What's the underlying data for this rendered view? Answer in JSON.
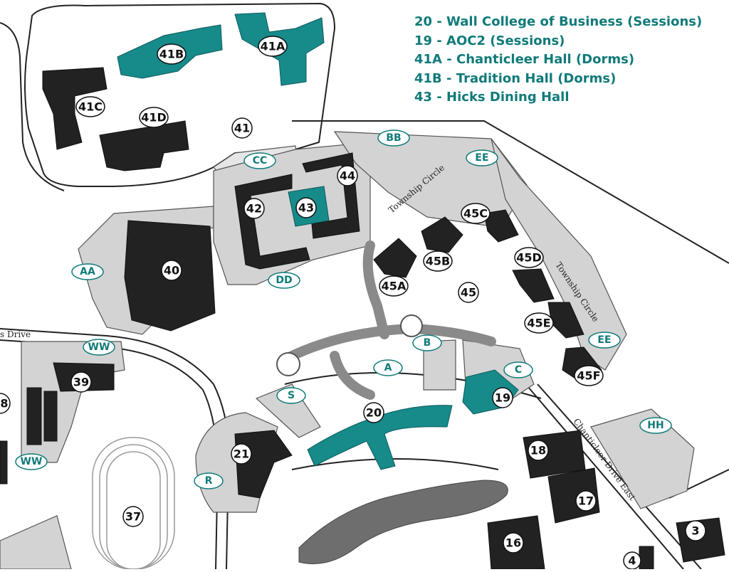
{
  "legend": [
    "20 - Wall College of Business (Sessions)",
    "19 - AOC2 (Sessions)",
    "41A - Chanticleer Hall (Dorms)",
    "41B - Tradition Hall (Dorms)",
    "43 - Hicks Dining Hall"
  ],
  "colors": {
    "highlight": "#178a8a",
    "building": "#222222",
    "parking": "#d3d3d3",
    "lake": "#6e6e6e",
    "label_text": "#117a7a"
  },
  "buildings": {
    "b41": "41",
    "b41a": "41A",
    "b41b": "41B",
    "b41c": "41C",
    "b41d": "41D",
    "b40": "40",
    "b42": "42",
    "b43": "43",
    "b44": "44",
    "b45": "45",
    "b45a": "45A",
    "b45b": "45B",
    "b45c": "45C",
    "b45d": "45D",
    "b45e": "45E",
    "b45f": "45F",
    "b39": "39",
    "b8": "8",
    "b37": "37",
    "b21": "21",
    "b20": "20",
    "b19": "19",
    "b18": "18",
    "b17": "17",
    "b16": "16",
    "b3": "3",
    "b4": "4"
  },
  "parking": {
    "bb": "BB",
    "cc": "CC",
    "ee1": "EE",
    "ee2": "EE",
    "aa": "AA",
    "dd": "DD",
    "ww1": "WW",
    "ww2": "WW",
    "a": "A",
    "b": "B",
    "c": "C",
    "s": "S",
    "r": "R",
    "hh": "HH"
  },
  "streets": {
    "township_circle_1": "Township Circle",
    "township_circle_2": "Township Circle",
    "chanticleer_drive_east": "Chanticleer Drive East",
    "drive": "s Drive"
  }
}
